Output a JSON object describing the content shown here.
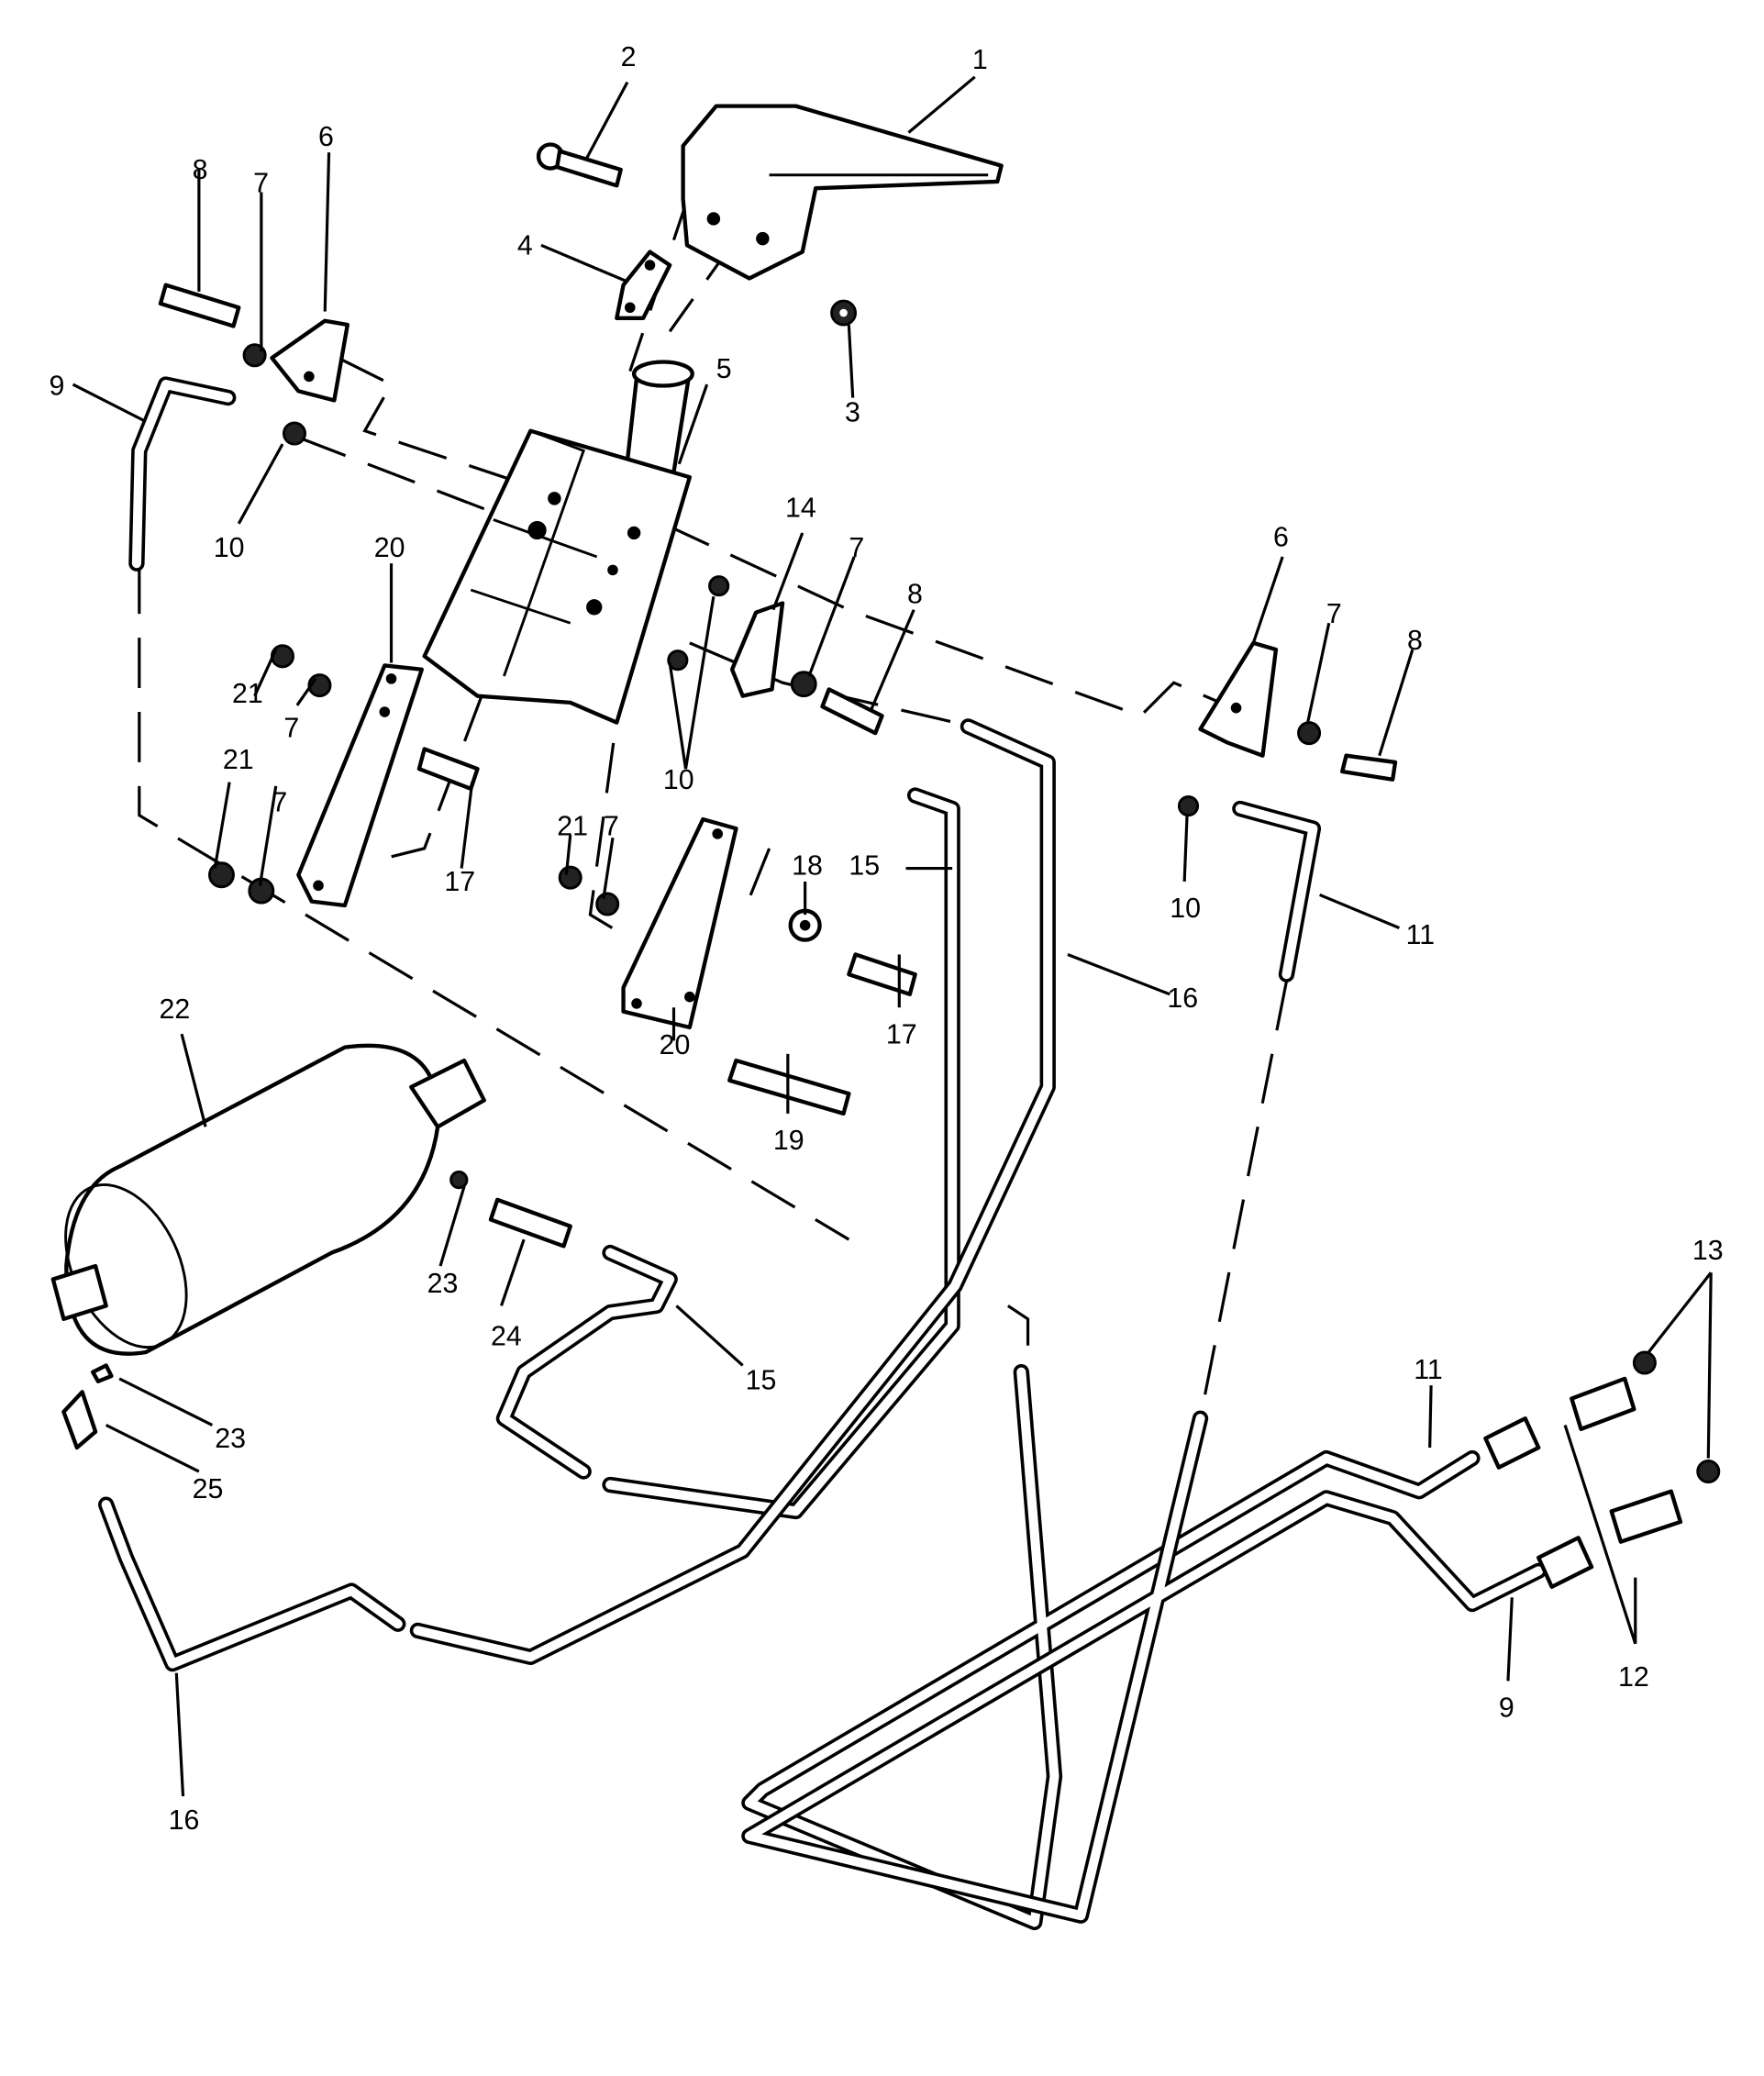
{
  "figure": {
    "kind": "exploded parts illustration",
    "subject": "hydraulic valve assembly with brackets, fasteners, tubes and cylindrical canister",
    "background_color": "#ffffff",
    "line_color": "#000000"
  },
  "callouts": [
    {
      "id": "c1",
      "label": "1"
    },
    {
      "id": "c2",
      "label": "2"
    },
    {
      "id": "c3",
      "label": "3"
    },
    {
      "id": "c4",
      "label": "4"
    },
    {
      "id": "c5",
      "label": "5"
    },
    {
      "id": "c6a",
      "label": "6"
    },
    {
      "id": "c7a",
      "label": "7"
    },
    {
      "id": "c8a",
      "label": "8"
    },
    {
      "id": "c9a",
      "label": "9"
    },
    {
      "id": "c10a",
      "label": "10"
    },
    {
      "id": "c20a",
      "label": "20"
    },
    {
      "id": "c14",
      "label": "14"
    },
    {
      "id": "c7b",
      "label": "7"
    },
    {
      "id": "c8b",
      "label": "8"
    },
    {
      "id": "c10b",
      "label": "10"
    },
    {
      "id": "c6b",
      "label": "6"
    },
    {
      "id": "c7c",
      "label": "7"
    },
    {
      "id": "c8c",
      "label": "8"
    },
    {
      "id": "c21a",
      "label": "21"
    },
    {
      "id": "c7d",
      "label": "7"
    },
    {
      "id": "c21b",
      "label": "21"
    },
    {
      "id": "c7e",
      "label": "7"
    },
    {
      "id": "c17a",
      "label": "17"
    },
    {
      "id": "c21c",
      "label": "21"
    },
    {
      "id": "c7f",
      "label": "7"
    },
    {
      "id": "c18",
      "label": "18"
    },
    {
      "id": "c15a",
      "label": "15"
    },
    {
      "id": "c10c",
      "label": "10"
    },
    {
      "id": "c11a",
      "label": "11"
    },
    {
      "id": "c16a",
      "label": "16"
    },
    {
      "id": "c17b",
      "label": "17"
    },
    {
      "id": "c20b",
      "label": "20"
    },
    {
      "id": "c19",
      "label": "19"
    },
    {
      "id": "c22",
      "label": "22"
    },
    {
      "id": "c23a",
      "label": "23"
    },
    {
      "id": "c24",
      "label": "24"
    },
    {
      "id": "c15b",
      "label": "15"
    },
    {
      "id": "c23b",
      "label": "23"
    },
    {
      "id": "c25",
      "label": "25"
    },
    {
      "id": "c16b",
      "label": "16"
    },
    {
      "id": "c11b",
      "label": "11"
    },
    {
      "id": "c13",
      "label": "13"
    },
    {
      "id": "c12",
      "label": "12"
    },
    {
      "id": "c9b",
      "label": "9"
    }
  ]
}
